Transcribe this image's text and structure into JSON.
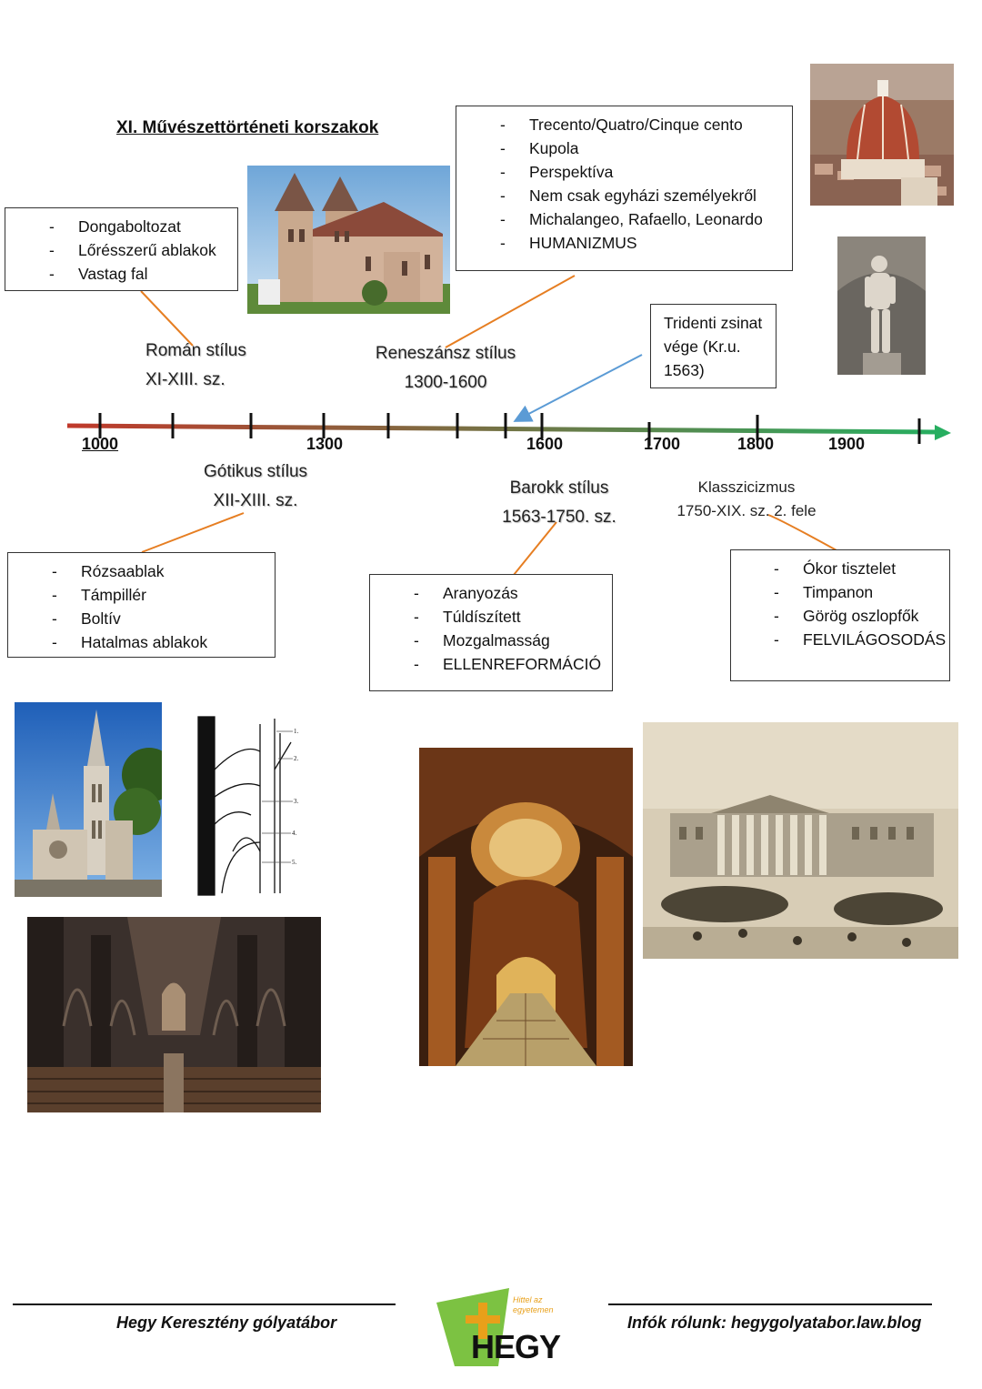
{
  "title": "XI. Művészettörténeti korszakok",
  "boxes": {
    "roman": [
      "Dongaboltozat",
      "Lőrésszerű ablakok",
      "Vastag fal"
    ],
    "renaissance": [
      "Trecento/Quatro/Cinque cento",
      "Kupola",
      "Perspektíva",
      "Nem csak egyházi személyekről",
      "Michalangeo, Rafaello, Leonardo",
      "HUMANIZMUS"
    ],
    "trident": "Tridenti zsinat vége (Kr.u. 1563)",
    "gothic": [
      "Rózsaablak",
      "Támpillér",
      "Boltív",
      "Hatalmas ablakok"
    ],
    "baroque": [
      "Aranyozás",
      "Túldíszített",
      "Mozgalmasság",
      "ELLENREFORMÁCIÓ"
    ],
    "classicism": [
      "Ókor tisztelet",
      "Timpanon",
      "Görög oszlopfők",
      "FELVILÁGOSODÁS"
    ]
  },
  "periods": {
    "roman": {
      "name": "Román stílus",
      "range": "XI-XIII. sz."
    },
    "renaissance": {
      "name": "Reneszánsz stílus",
      "range": "1300-1600"
    },
    "gothic": {
      "name": "Gótikus stílus",
      "range": "XII-XIII. sz."
    },
    "baroque": {
      "name": "Barokk stílus",
      "range": "1563-1750. sz."
    },
    "classicism": {
      "name": "Klasszicizmus",
      "range": "1750-XIX. sz. 2. fele"
    }
  },
  "years": [
    "1000",
    "1300",
    "1600",
    "1700",
    "1800",
    "1900"
  ],
  "diagram_labels": [
    "1.",
    "2.",
    "3.",
    "4.",
    "5."
  ],
  "footer": {
    "left": "Hegy Keresztény gólyatábor",
    "right": "Infók rólunk: hegygolyatabor.law.blog",
    "logo_text": "HEGY",
    "logo_tagline": "Hittel az egyetemen"
  },
  "colors": {
    "timeline_start": "#c0392b",
    "timeline_end": "#27ae60",
    "connector": "#e67e22",
    "arrow": "#5b9bd5"
  }
}
